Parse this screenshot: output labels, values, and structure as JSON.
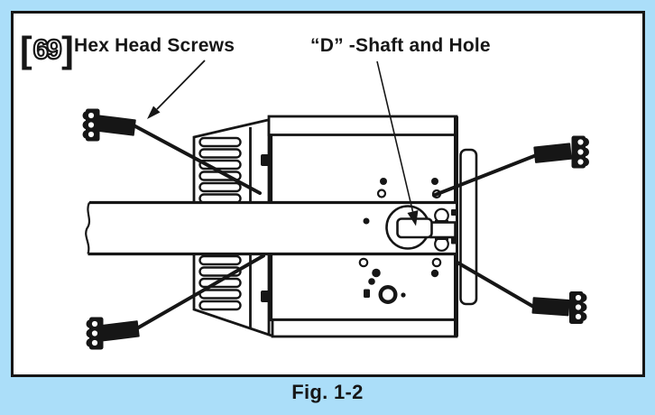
{
  "caption": {
    "text": "Fig. 1-2"
  },
  "part_ref": {
    "bracket_open": "[",
    "number": "69",
    "bracket_close": "]"
  },
  "labels": {
    "hex_screws": "Hex Head Screws",
    "d_shaft": "“D” -Shaft and Hole"
  },
  "colors": {
    "background": "#abdef9",
    "ink": "#161616",
    "panel": "#ffffff"
  },
  "components": [
    "hex-head-screw",
    "gear-housing-fins",
    "motor-body",
    "drive-shaft",
    "d-shaft-and-hole",
    "mounting-plate"
  ]
}
